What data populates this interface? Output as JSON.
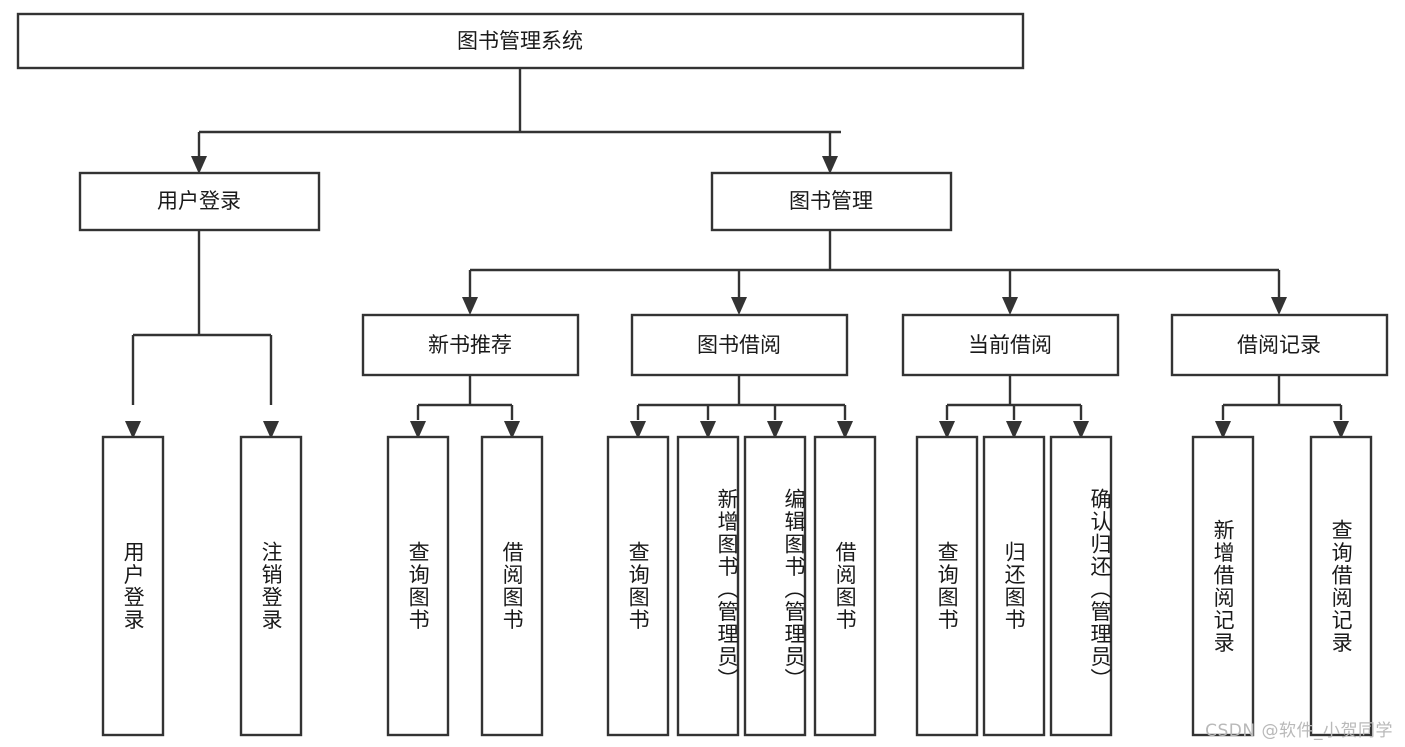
{
  "diagram": {
    "title": "图书管理系统",
    "type": "tree-hierarchy-chart",
    "watermark": "CSDN @软件_小贺同学",
    "colors": {
      "stroke": "#333333",
      "fill": "#ffffff",
      "text": "#1a1a1a",
      "watermark": "#b9b9b9"
    },
    "root": {
      "label": "图书管理系统"
    },
    "level2": [
      {
        "label": "用户登录"
      },
      {
        "label": "图书管理"
      }
    ],
    "level3": [
      {
        "label": "新书推荐"
      },
      {
        "label": "图书借阅"
      },
      {
        "label": "当前借阅"
      },
      {
        "label": "借阅记录"
      }
    ],
    "leaves": {
      "user_login": [
        {
          "label": "用户登录"
        },
        {
          "label": "注销登录"
        }
      ],
      "new_book_recommend": [
        {
          "label": "查询图书"
        },
        {
          "label": "借阅图书"
        }
      ],
      "book_borrow": [
        {
          "label": "查询图书"
        },
        {
          "label": "新增图书（管理员）"
        },
        {
          "label": "编辑图书（管理员）"
        },
        {
          "label": "借阅图书"
        }
      ],
      "current_borrow": [
        {
          "label": "查询图书"
        },
        {
          "label": "归还图书"
        },
        {
          "label": "确认归还（管理员）"
        }
      ],
      "borrow_record": [
        {
          "label": "新增借阅记录"
        },
        {
          "label": "查询借阅记录"
        }
      ]
    }
  }
}
